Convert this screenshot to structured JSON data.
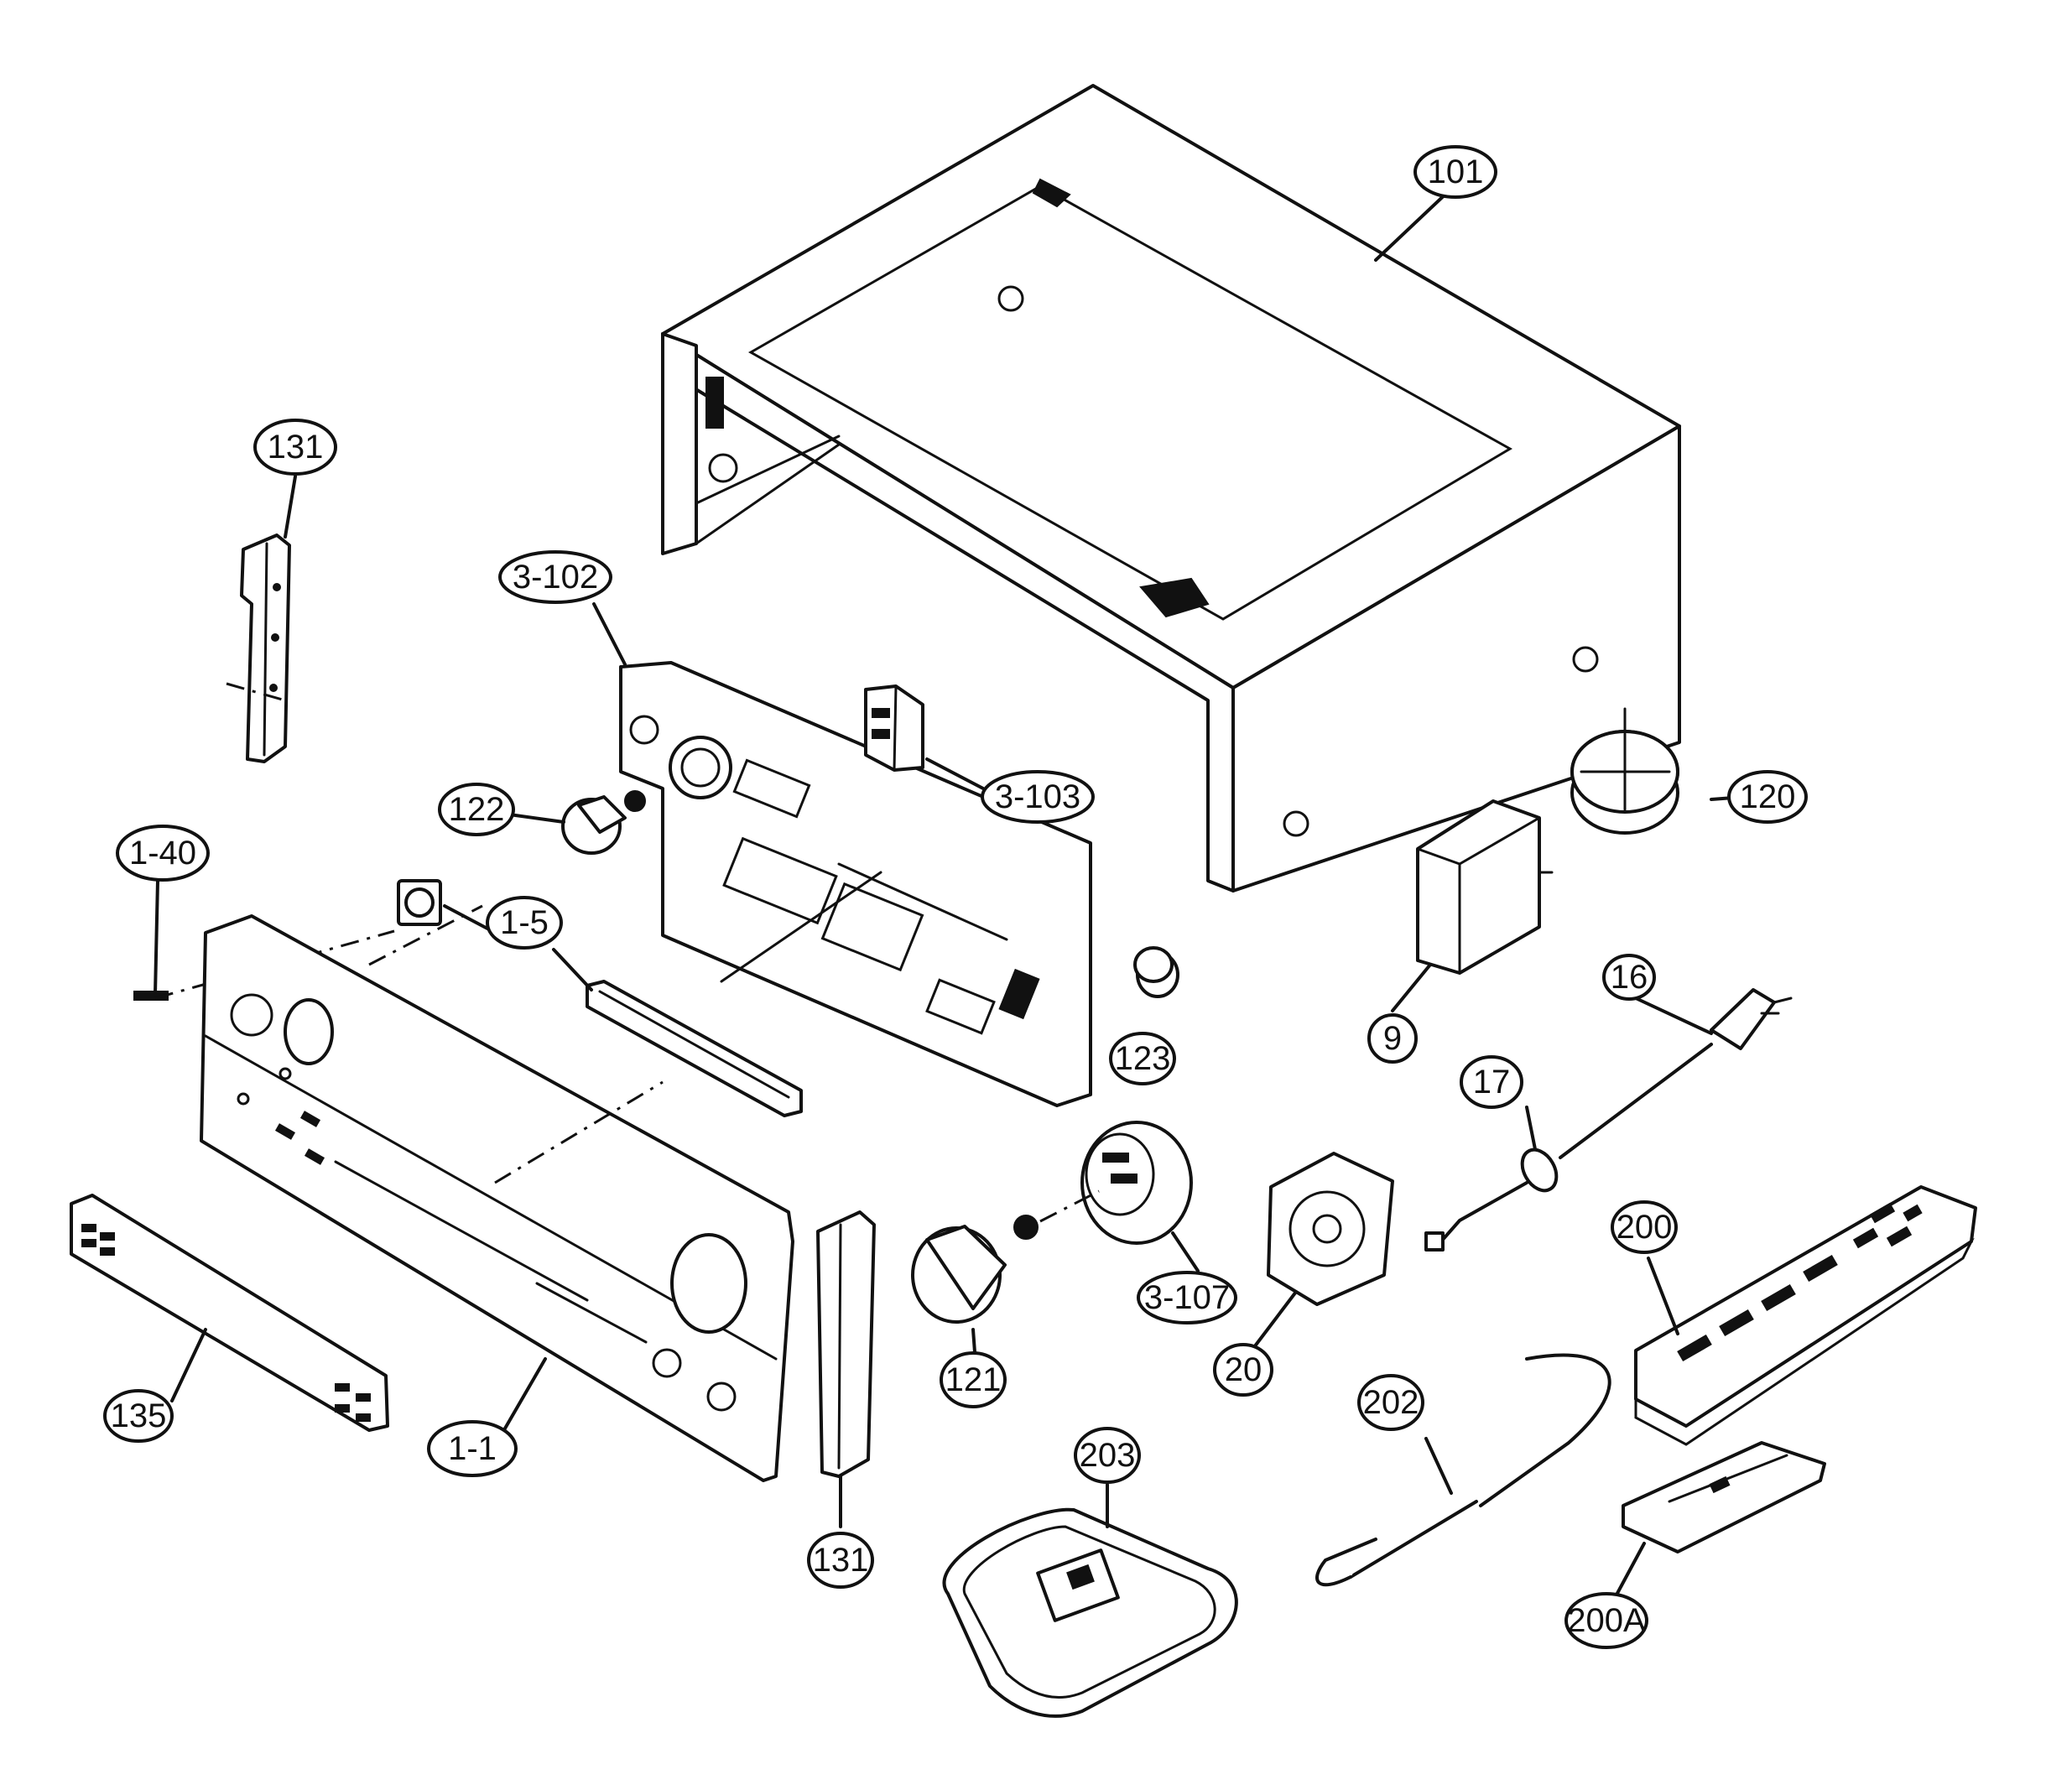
{
  "callouts": {
    "c101": "101",
    "c131a": "131",
    "c3102": "3-102",
    "c3103": "3-103",
    "c122": "122",
    "c120": "120",
    "c140": "1-40",
    "c15": "1-5",
    "c123": "123",
    "c9": "9",
    "c16": "16",
    "c17": "17",
    "c200": "200",
    "c3107": "3-107",
    "c20": "20",
    "c121": "121",
    "c135": "135",
    "c11": "1-1",
    "c131b": "131",
    "c202": "202",
    "c203": "203",
    "c200a": "200A"
  }
}
